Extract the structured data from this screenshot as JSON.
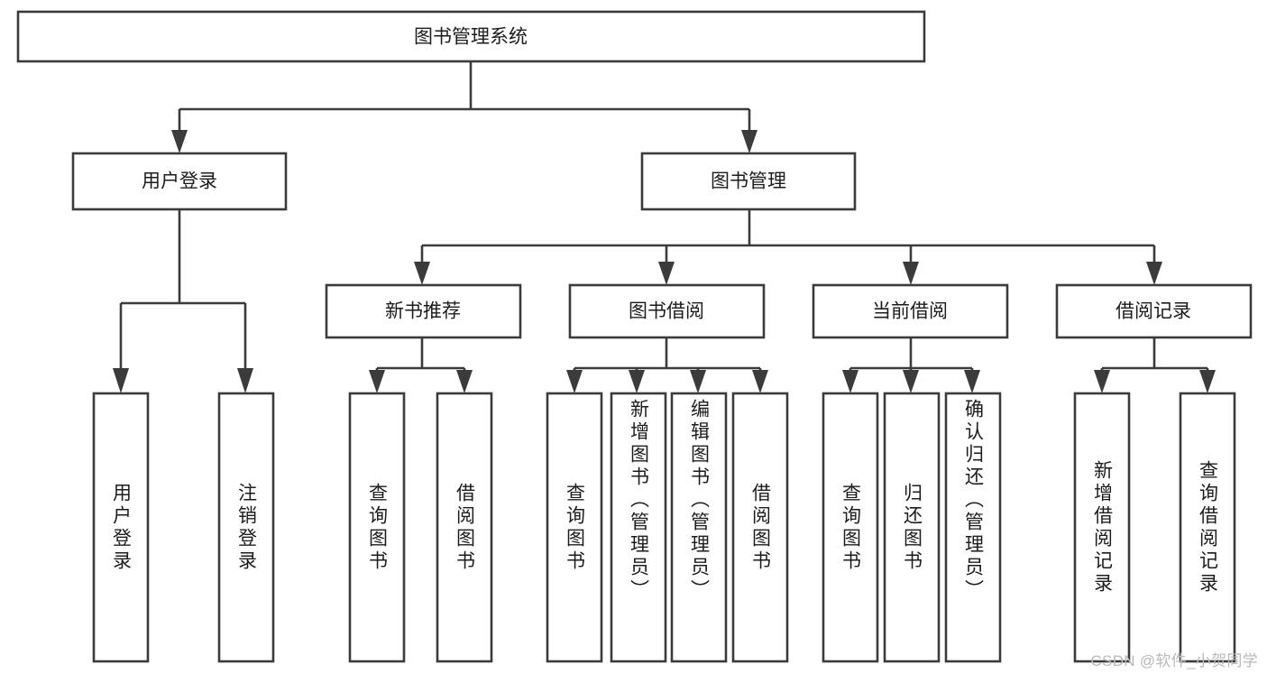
{
  "diagram": {
    "title": "图书管理系统",
    "type": "tree",
    "watermark": "CSDN @软件_小贺同学",
    "root": {
      "id": "root",
      "label": "图书管理系统"
    },
    "level2": [
      {
        "id": "user-login",
        "label": "用户登录"
      },
      {
        "id": "book-manage",
        "label": "图书管理"
      }
    ],
    "level3": [
      {
        "id": "new-book-rec",
        "label": "新书推荐",
        "parent": "book-manage"
      },
      {
        "id": "book-borrow",
        "label": "图书借阅",
        "parent": "book-manage"
      },
      {
        "id": "current-borrow",
        "label": "当前借阅",
        "parent": "book-manage"
      },
      {
        "id": "borrow-record",
        "label": "借阅记录",
        "parent": "book-manage"
      }
    ],
    "leaves": [
      {
        "id": "leaf-user-login",
        "label": "用户登录",
        "parent": "user-login"
      },
      {
        "id": "leaf-logout",
        "label": "注销登录",
        "parent": "user-login"
      },
      {
        "id": "leaf-query-book-1",
        "label": "查询图书",
        "parent": "new-book-rec"
      },
      {
        "id": "leaf-borrow-book-1",
        "label": "借阅图书",
        "parent": "new-book-rec"
      },
      {
        "id": "leaf-query-book-2",
        "label": "查询图书",
        "parent": "book-borrow"
      },
      {
        "id": "leaf-add-book",
        "label": "新增图书（管理员）",
        "parent": "book-borrow"
      },
      {
        "id": "leaf-edit-book",
        "label": "编辑图书（管理员）",
        "parent": "book-borrow"
      },
      {
        "id": "leaf-borrow-book-2",
        "label": "借阅图书",
        "parent": "book-borrow"
      },
      {
        "id": "leaf-query-book-3",
        "label": "查询图书",
        "parent": "current-borrow"
      },
      {
        "id": "leaf-return-book",
        "label": "归还图书",
        "parent": "current-borrow"
      },
      {
        "id": "leaf-confirm-return",
        "label": "确认归还（管理员）",
        "parent": "current-borrow"
      },
      {
        "id": "leaf-add-record",
        "label": "新增借阅记录",
        "parent": "borrow-record"
      },
      {
        "id": "leaf-query-record",
        "label": "查询借阅记录",
        "parent": "borrow-record"
      }
    ],
    "colors": {
      "stroke": "#3b3b3b",
      "fill": "#ffffff",
      "text": "#1c1c1c",
      "watermark": "#b9b9b9"
    }
  }
}
